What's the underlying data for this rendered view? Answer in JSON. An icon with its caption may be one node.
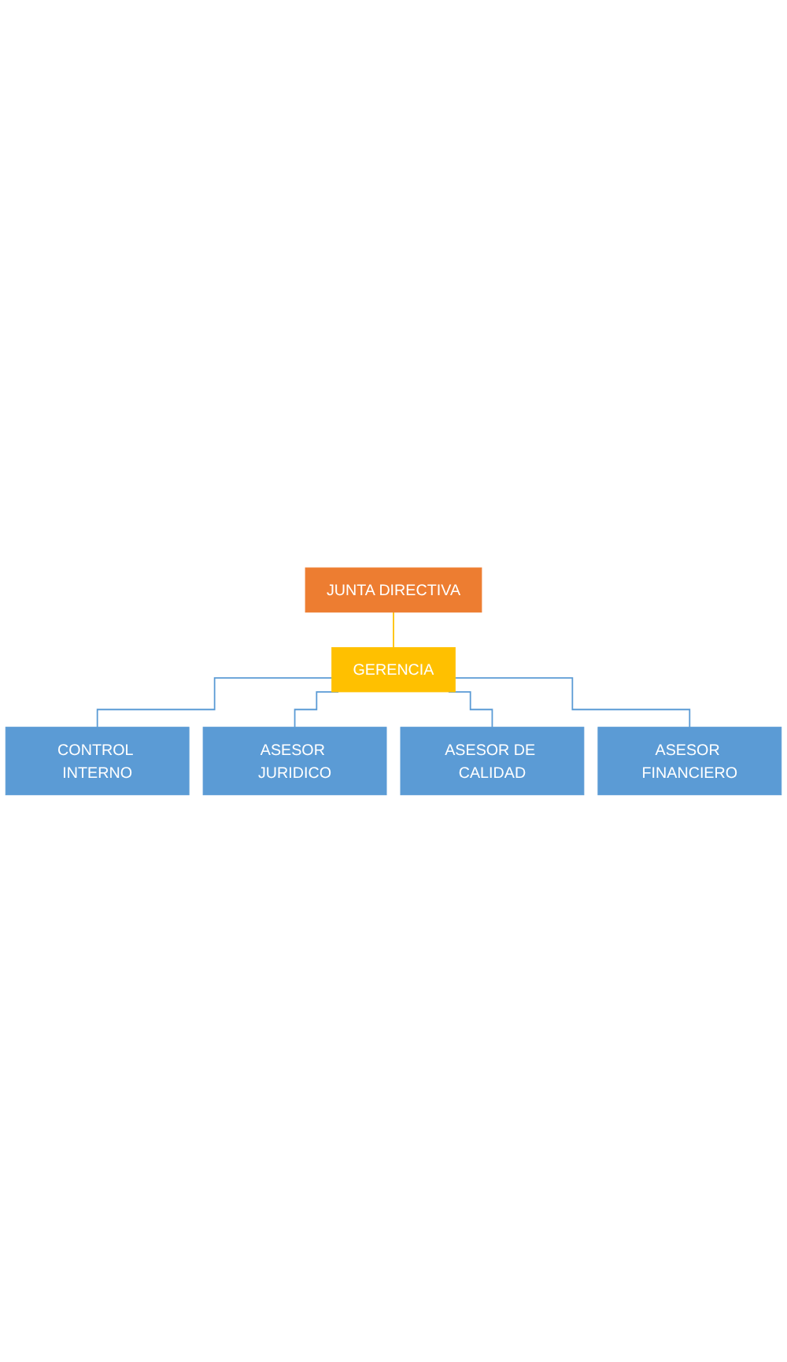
{
  "diagram": {
    "nodes": [
      {
        "text": [
          "JUNTA DIRECTIVA"
        ]
      },
      {
        "text": [
          "GERENCIA"
        ]
      },
      {
        "text": [
          "CONTROL INTERNO"
        ]
      },
      {
        "text": [
          "ASESOR JURIDICO"
        ]
      },
      {
        "text": [
          "ASESOR DE CALIDAD"
        ]
      },
      {
        "text": [
          "ASESOR FINANCIERO"
        ]
      }
    ],
    "edges": [
      {
        "from": 0,
        "to": 1,
        "arrow": "none",
        "color": "#ffc000"
      },
      {
        "from": 1,
        "to": 2,
        "arrow": "none"
      },
      {
        "from": 1,
        "to": 3,
        "arrow": "none"
      },
      {
        "from": 1,
        "to": 4,
        "arrow": "none"
      },
      {
        "from": 1,
        "to": 5,
        "arrow": "none"
      }
    ]
  }
}
